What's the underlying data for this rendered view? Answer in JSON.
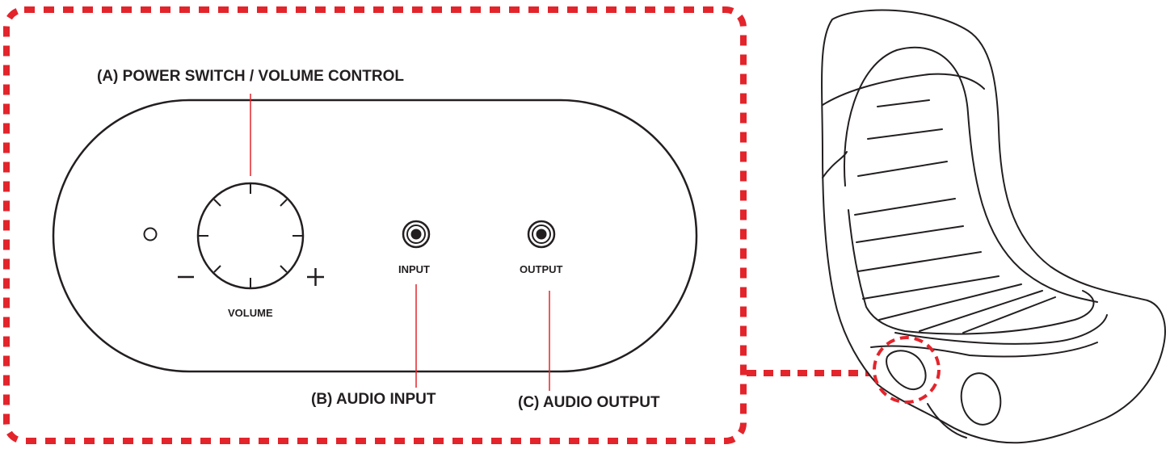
{
  "callouts": {
    "power": "(A)  POWER SWITCH / VOLUME CONTROL",
    "audio_input": "(B) AUDIO INPUT",
    "audio_output": "(C) AUDIO OUTPUT"
  },
  "panel_labels": {
    "volume": "VOLUME",
    "input": "INPUT",
    "output": "OUTPUT",
    "minus": "–",
    "plus": "+"
  },
  "colors": {
    "accent_red": "#e3242b",
    "outline": "#231f20"
  },
  "icons": {
    "knob": "volume-knob-icon",
    "jack": "audio-jack-icon",
    "led": "power-led-icon",
    "chair": "gaming-chair-icon"
  }
}
